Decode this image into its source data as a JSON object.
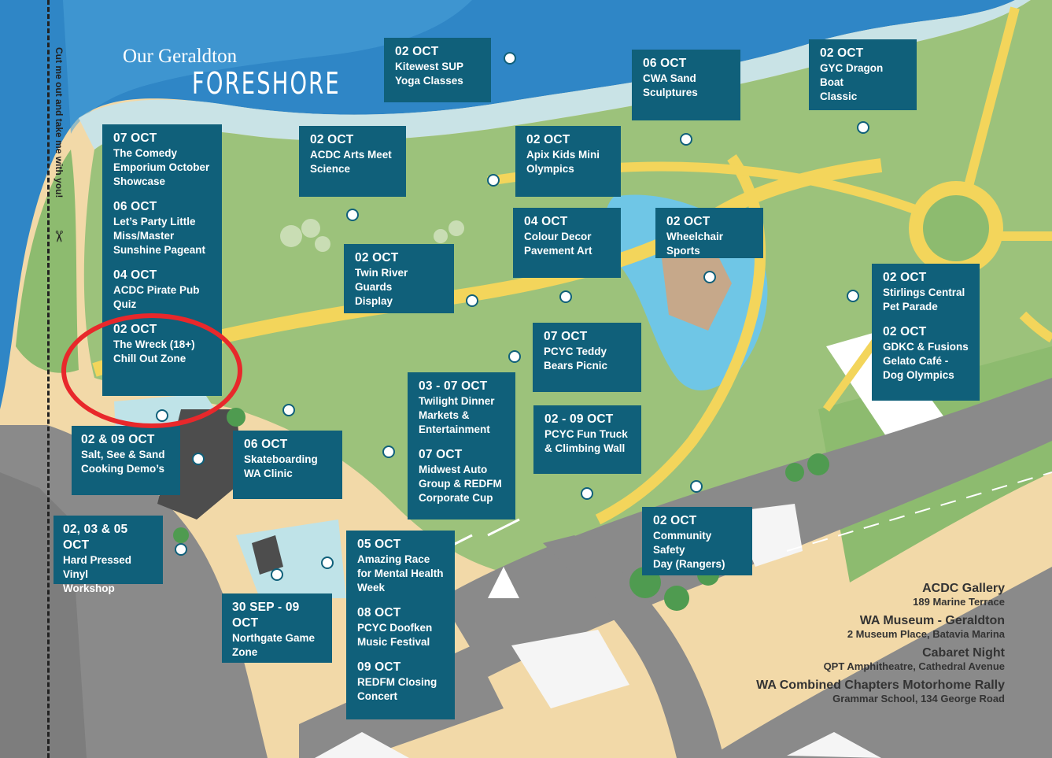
{
  "title": {
    "line1": "Our Geraldton",
    "line2": "FORESHORE"
  },
  "cut_text": "Cut me out and take me with you!",
  "scissors_icon": "scissors-icon",
  "colors": {
    "box": "#10607a",
    "sea": "#2f86c6",
    "grass": "#9cc27b",
    "sand": "#f2d9a8",
    "road": "#8a8a8a",
    "ring": "#e8282b"
  },
  "boxes": [
    {
      "id": "kitewest",
      "events": [
        {
          "date": "02 OCT",
          "desc": "Kitewest SUP\nYoga Classes"
        }
      ]
    },
    {
      "id": "cwa",
      "events": [
        {
          "date": "06 OCT",
          "desc": "CWA Sand\nSculptures"
        }
      ]
    },
    {
      "id": "gyc",
      "events": [
        {
          "date": "02 OCT",
          "desc": "GYC Dragon Boat\nClassic"
        }
      ]
    },
    {
      "id": "col-left",
      "events": [
        {
          "date": "07 OCT",
          "desc": "The Comedy\nEmporium October\nShowcase"
        },
        {
          "date": "06 OCT",
          "desc": "Let’s Party Little\nMiss/Master\nSunshine Pageant"
        },
        {
          "date": "04 OCT",
          "desc": "ACDC Pirate Pub\nQuiz"
        },
        {
          "date": "02 OCT",
          "desc": "The Wreck (18+)\nChill Out Zone"
        }
      ]
    },
    {
      "id": "acdc-science",
      "events": [
        {
          "date": "02 OCT",
          "desc": "ACDC Arts Meet\nScience"
        }
      ]
    },
    {
      "id": "apix",
      "events": [
        {
          "date": "02 OCT",
          "desc": "Apix Kids Mini\nOlympics"
        }
      ]
    },
    {
      "id": "colour-decor",
      "events": [
        {
          "date": "04 OCT",
          "desc": "Colour Decor\nPavement Art"
        }
      ]
    },
    {
      "id": "wheelchair",
      "events": [
        {
          "date": "02 OCT",
          "desc": "Wheelchair Sports"
        }
      ]
    },
    {
      "id": "twin-river",
      "events": [
        {
          "date": "02 OCT",
          "desc": "Twin River Guards\nDisplay"
        }
      ]
    },
    {
      "id": "stirlings",
      "events": [
        {
          "date": "02 OCT",
          "desc": "Stirlings Central\nPet Parade"
        },
        {
          "date": "02 OCT",
          "desc": "GDKC & Fusions\nGelato Café -\nDog Olympics"
        }
      ]
    },
    {
      "id": "teddy",
      "events": [
        {
          "date": "07 OCT",
          "desc": "PCYC Teddy\nBears Picnic"
        }
      ]
    },
    {
      "id": "twilight",
      "events": [
        {
          "date": "03 - 07 OCT",
          "desc": "Twilight Dinner\nMarkets &\nEntertainment"
        },
        {
          "date": "07 OCT",
          "desc": "Midwest Auto\nGroup & REDFM\nCorporate Cup"
        }
      ]
    },
    {
      "id": "fun-truck",
      "events": [
        {
          "date": "02 - 09 OCT",
          "desc": "PCYC Fun Truck\n& Climbing Wall"
        }
      ]
    },
    {
      "id": "salt",
      "events": [
        {
          "date": "02 & 09 OCT",
          "desc": "Salt, See & Sand\nCooking Demo’s"
        }
      ]
    },
    {
      "id": "skate",
      "events": [
        {
          "date": "06 OCT",
          "desc": "Skateboarding\nWA Clinic"
        }
      ]
    },
    {
      "id": "vinyl",
      "events": [
        {
          "date": "02, 03 & 05 OCT",
          "desc": "Hard Pressed Vinyl\nWorkshop"
        }
      ]
    },
    {
      "id": "safety",
      "events": [
        {
          "date": "02 OCT",
          "desc": "Community Safety\nDay (Rangers)"
        }
      ]
    },
    {
      "id": "amazing",
      "events": [
        {
          "date": "05 OCT",
          "desc": "Amazing Race\nfor Mental Health\nWeek"
        },
        {
          "date": "08 OCT",
          "desc": "PCYC Doofken\nMusic Festival"
        },
        {
          "date": "09 OCT",
          "desc": "REDFM Closing\nConcert"
        }
      ]
    },
    {
      "id": "northgate",
      "events": [
        {
          "date": "30 SEP - 09 OCT",
          "desc": "Northgate Game\nZone"
        }
      ]
    }
  ],
  "venues": [
    {
      "name": "ACDC Gallery",
      "address": "189 Marine Terrace"
    },
    {
      "name": "WA Museum - Geraldton",
      "address": "2 Museum Place, Batavia Marina"
    },
    {
      "name": "Cabaret Night",
      "address": "QPT Amphitheatre, Cathedral Avenue"
    },
    {
      "name": "WA Combined Chapters Motorhome Rally",
      "address": "Grammar School, 134 George Road"
    }
  ]
}
